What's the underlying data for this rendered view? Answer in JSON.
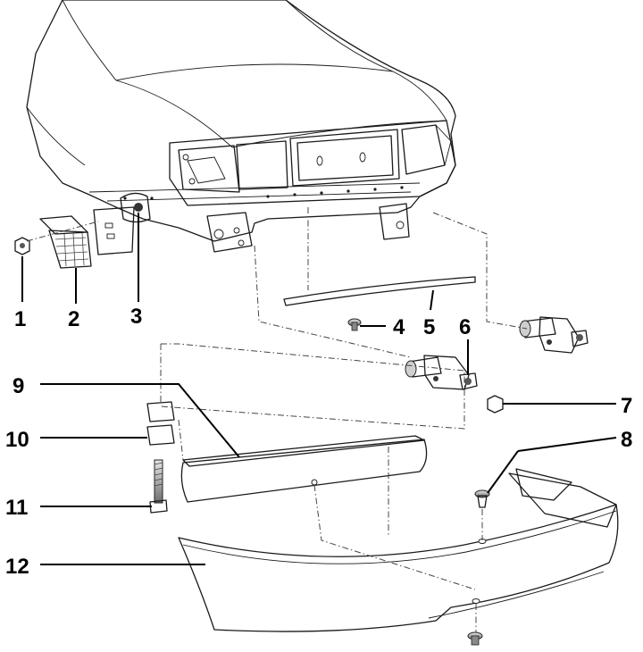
{
  "colors": {
    "body": "#8cee8c",
    "body_shadow": "#6fd36f",
    "part": "#c9c9c9",
    "part_dark": "#5a5a5a",
    "bumper": "#6a6a6a",
    "bumper_light": "#b4b4b4",
    "line": "#000000"
  },
  "labels": [
    "1",
    "2",
    "3",
    "4",
    "5",
    "6",
    "7",
    "8",
    "9",
    "10",
    "11",
    "12"
  ]
}
